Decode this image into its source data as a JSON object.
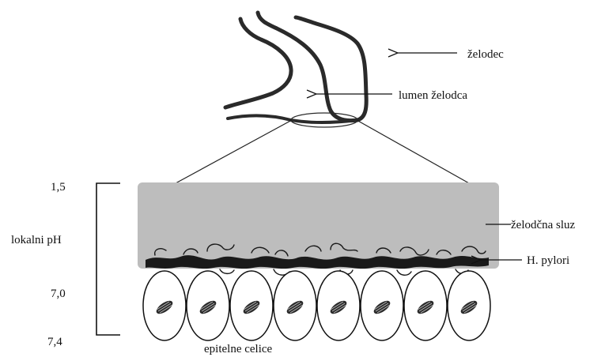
{
  "labels": {
    "stomach": "želodec",
    "lumen": "lumen želodca",
    "mucus": "želodčna sluz",
    "bacteria": "H. pylori",
    "cells": "epitelne celice",
    "ph_title": "lokalni pH",
    "ph_top": "1,5",
    "ph_mid": "7,0",
    "ph_bottom": "7,4"
  },
  "colors": {
    "mucus": "#bdbdbd",
    "ink": "#111111",
    "background": "#ffffff"
  },
  "cell_count": 8
}
